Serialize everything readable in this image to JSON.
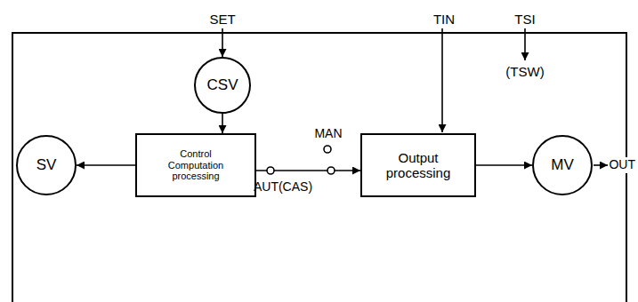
{
  "diagram": {
    "nodes": [
      {
        "text": [
          "CSV"
        ]
      },
      {
        "text": [
          "SV"
        ]
      },
      {
        "text": [
          "Control Computation processing"
        ]
      },
      {
        "text": [
          "Output processing"
        ]
      },
      {
        "text": [
          "MV"
        ]
      }
    ],
    "edges": [
      {
        "from": 0,
        "to": 2,
        "arrow": "to"
      },
      {
        "from": 2,
        "to": 1,
        "arrow": "to"
      },
      {
        "from": 2,
        "to": 3,
        "arrow": "to"
      },
      {
        "from": 3,
        "to": 4,
        "arrow": "to"
      }
    ],
    "labels": [
      "SET",
      "TIN",
      "TSI",
      "(TSW)",
      "MAN",
      "AUT(CAS)",
      "OUT"
    ]
  }
}
